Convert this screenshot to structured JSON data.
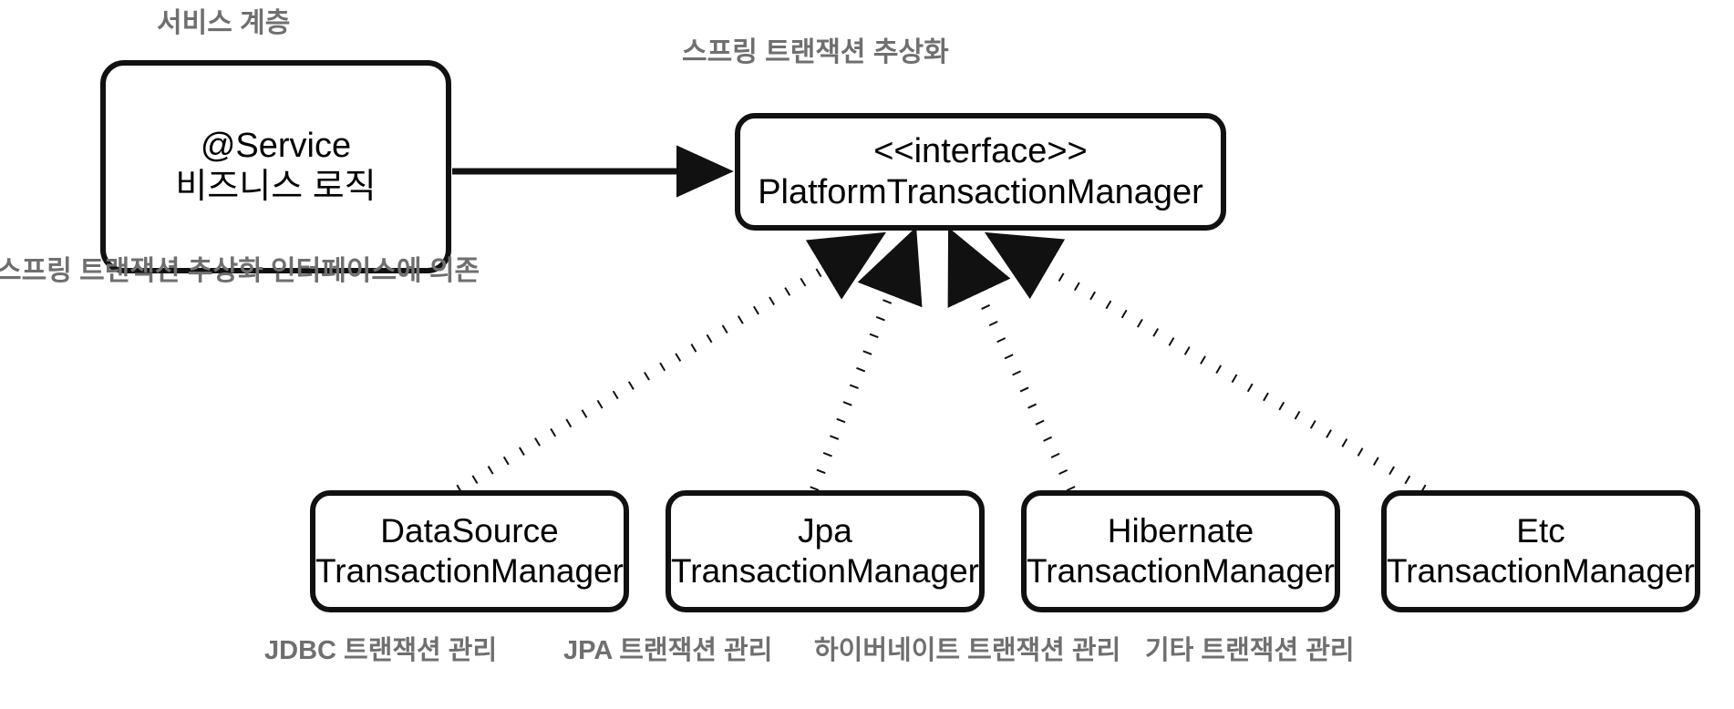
{
  "diagram": {
    "title_captions": {
      "service_layer": "서비스 계층",
      "spring_tx_abstraction": "스프링 트랜잭션 추상화",
      "depends_on_abstraction": "스프링 트랜잭션 추상화 인터페이스에 의존"
    },
    "service_node": {
      "line1": "@Service",
      "line2": "비즈니스 로직"
    },
    "interface_node": {
      "line1": "<<interface>>",
      "line2": "PlatformTransactionManager"
    },
    "implementations": [
      {
        "line1": "DataSource",
        "line2": "TransactionManager",
        "caption": "JDBC 트랜잭션 관리"
      },
      {
        "line1": "Jpa",
        "line2": "TransactionManager",
        "caption": "JPA 트랜잭션 관리"
      },
      {
        "line1": "Hibernate",
        "line2": "TransactionManager",
        "caption": "하이버네이트 트랜잭션 관리"
      },
      {
        "line1": "Etc",
        "line2": "TransactionManager",
        "caption": "기타 트랜잭션 관리"
      }
    ],
    "colors": {
      "stroke": "#111111",
      "caption_gray": "#6f6f6f",
      "background": "#ffffff",
      "text": "#000000"
    },
    "edges": {
      "service_to_interface": "solid-arrow-uses",
      "implements": "dotted-arrow-realization"
    }
  }
}
